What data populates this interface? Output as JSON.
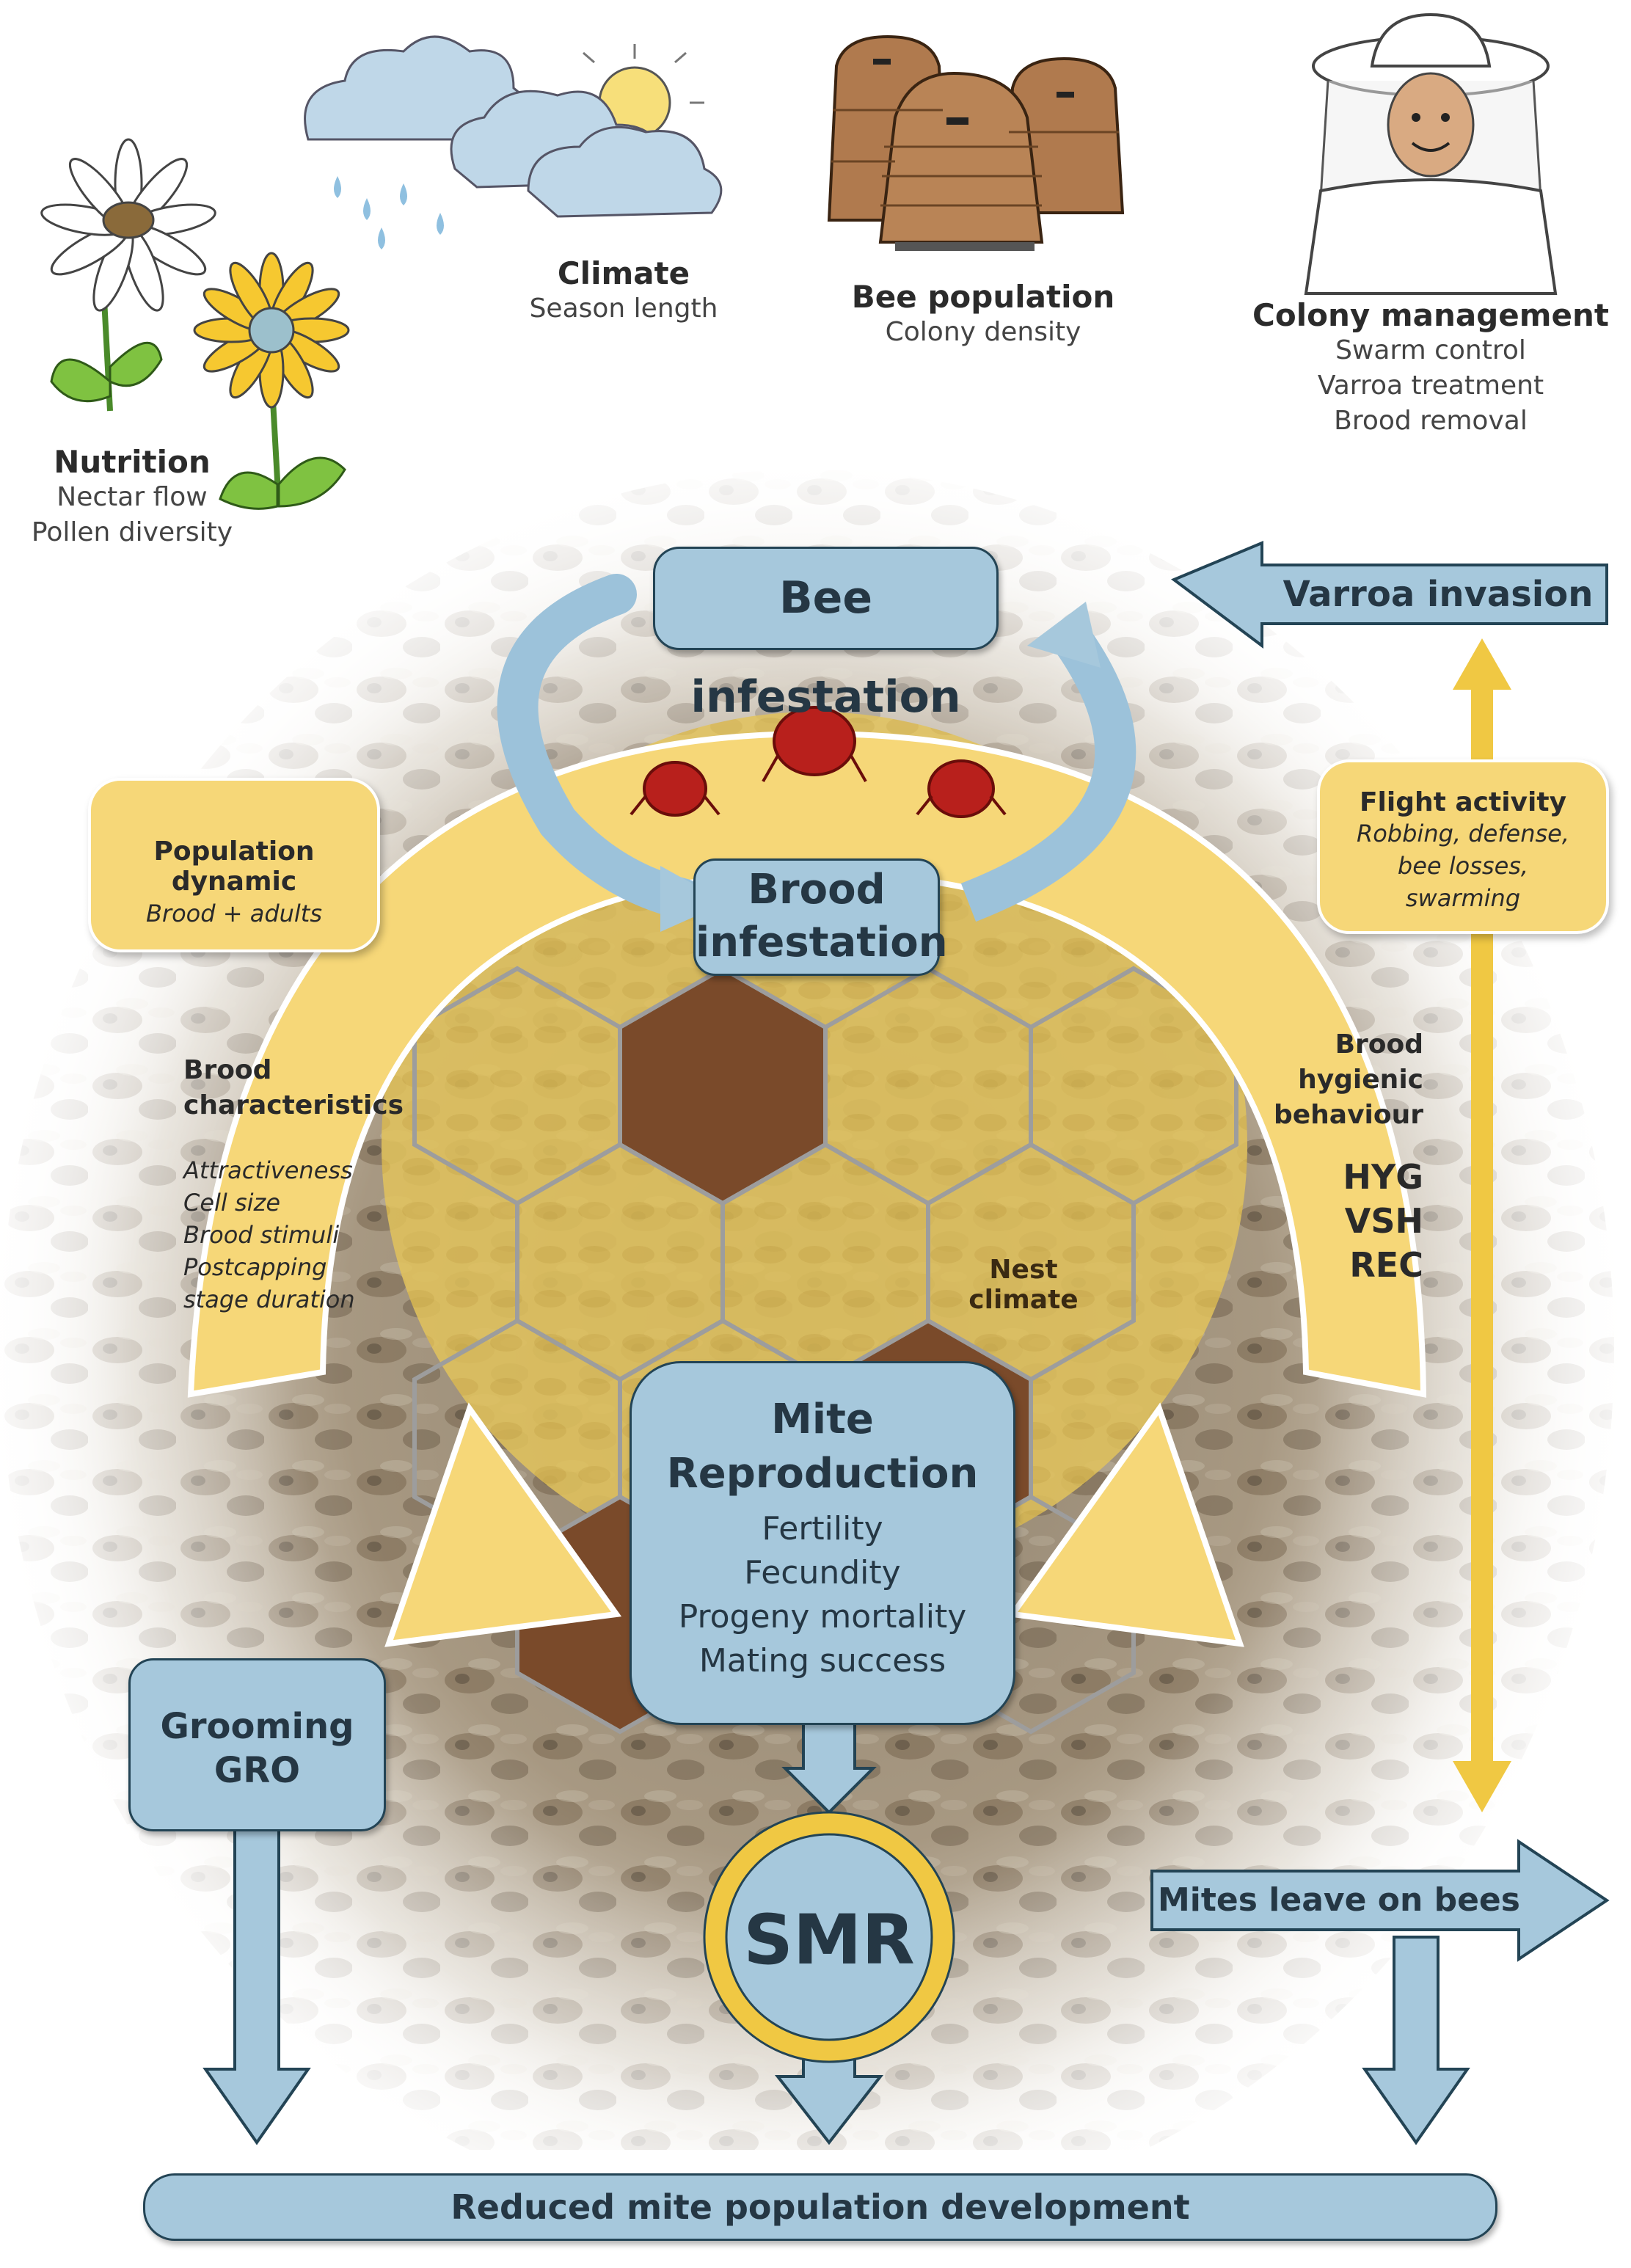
{
  "influences": {
    "nutrition": {
      "title": "Nutrition",
      "items": [
        "Nectar flow",
        "Pollen diversity"
      ]
    },
    "climate": {
      "title": "Climate",
      "items": [
        "Season length"
      ]
    },
    "bee_population": {
      "title": "Bee population",
      "items": [
        "Colony density"
      ]
    },
    "colony_management": {
      "title": "Colony management",
      "items": [
        "Swarm control",
        "Varroa treatment",
        "Brood removal"
      ]
    }
  },
  "cycle": {
    "bee_infestation": "Bee infestation",
    "brood_infestation": [
      "Brood",
      "infestation"
    ],
    "nest_climate": "Nest climate"
  },
  "side_boxes": {
    "population_dynamic": {
      "title": "Population dynamic",
      "subtitle": "Brood  + adults"
    },
    "brood_characteristics": {
      "title": [
        "Brood",
        "characteristics"
      ],
      "items": [
        "Attractiveness",
        "Cell size",
        "Brood stimuli",
        "Postcapping",
        "stage duration"
      ]
    },
    "flight_activity": {
      "title": "Flight activity",
      "items": [
        "Robbing, defense,",
        "bee losses,",
        "swarming"
      ]
    },
    "brood_hygienic": {
      "title": [
        "Brood",
        "hygienic",
        "behaviour"
      ],
      "codes": [
        "HYG",
        "VSH",
        "REC"
      ]
    }
  },
  "mite_reproduction": {
    "title": [
      "Mite",
      "Reproduction"
    ],
    "items": [
      "Fertility",
      "Fecundity",
      "Progeny mortality",
      "Mating success"
    ]
  },
  "varroa_invasion": "Varroa invasion",
  "grooming": [
    "Grooming",
    "GRO"
  ],
  "smr": "SMR",
  "mites_leave": "Mites leave on bees",
  "outcome": "Reduced mite population development",
  "colors": {
    "yellow": "#f6d778",
    "yellow_dark": "#f0c843",
    "blue": "#a6c8dc",
    "blue_border": "#234455",
    "brown": "#7a4a2a",
    "honey": "#e3c25a",
    "mite_red": "#b8201c"
  }
}
